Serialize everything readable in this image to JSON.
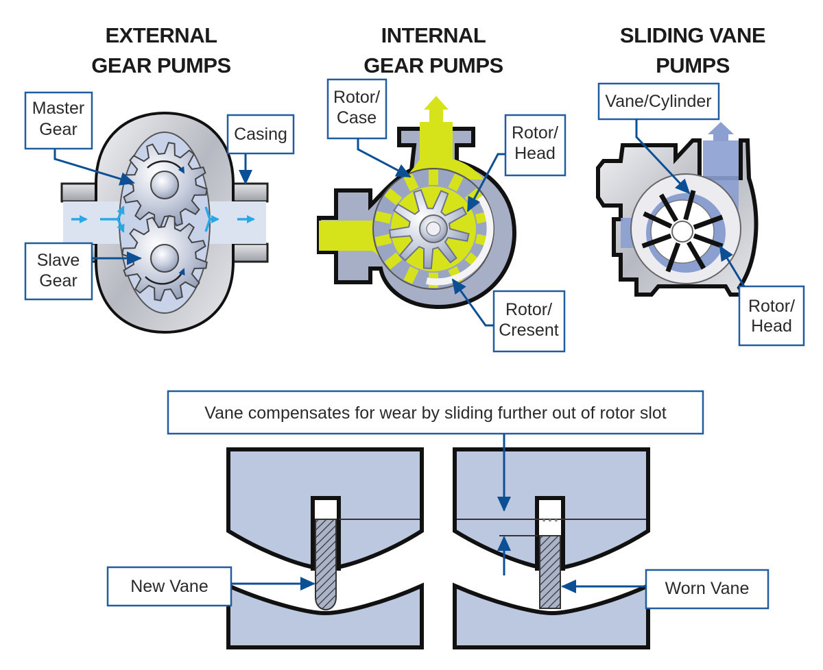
{
  "panels": [
    {
      "id": "external-gear",
      "title_lines": [
        "EXTERNAL",
        "GEAR PUMPS"
      ],
      "labels": [
        {
          "lines": [
            "Master",
            "Gear"
          ]
        },
        {
          "lines": [
            "Casing"
          ]
        },
        {
          "lines": [
            "Slave",
            "Gear"
          ]
        }
      ]
    },
    {
      "id": "internal-gear",
      "title_lines": [
        "INTERNAL",
        "GEAR PUMPS"
      ],
      "labels": [
        {
          "lines": [
            "Rotor/",
            "Case"
          ]
        },
        {
          "lines": [
            "Rotor/",
            "Head"
          ]
        },
        {
          "lines": [
            "Rotor/",
            "Cresent"
          ]
        }
      ]
    },
    {
      "id": "sliding-vane",
      "title_lines": [
        "SLIDING VANE",
        "PUMPS"
      ],
      "labels": [
        {
          "lines": [
            "Vane/Cylinder"
          ]
        },
        {
          "lines": [
            "Rotor/",
            "Head"
          ]
        }
      ]
    }
  ],
  "vane_wear": {
    "caption": "Vane compensates for wear by sliding further out of rotor slot",
    "new_vane_label": "New Vane",
    "worn_vane_label": "Worn Vane"
  },
  "colors": {
    "label_border": "#1f5da0",
    "leader_arrow": "#0d4f94",
    "flow_blue": "#29a8e8",
    "fluid_light_blue": "#dbe3f1",
    "block_fill": "#bcc7e0",
    "internal_fluid_yellow": "#d6e21a",
    "casing_gray": "#b8bcc6"
  }
}
